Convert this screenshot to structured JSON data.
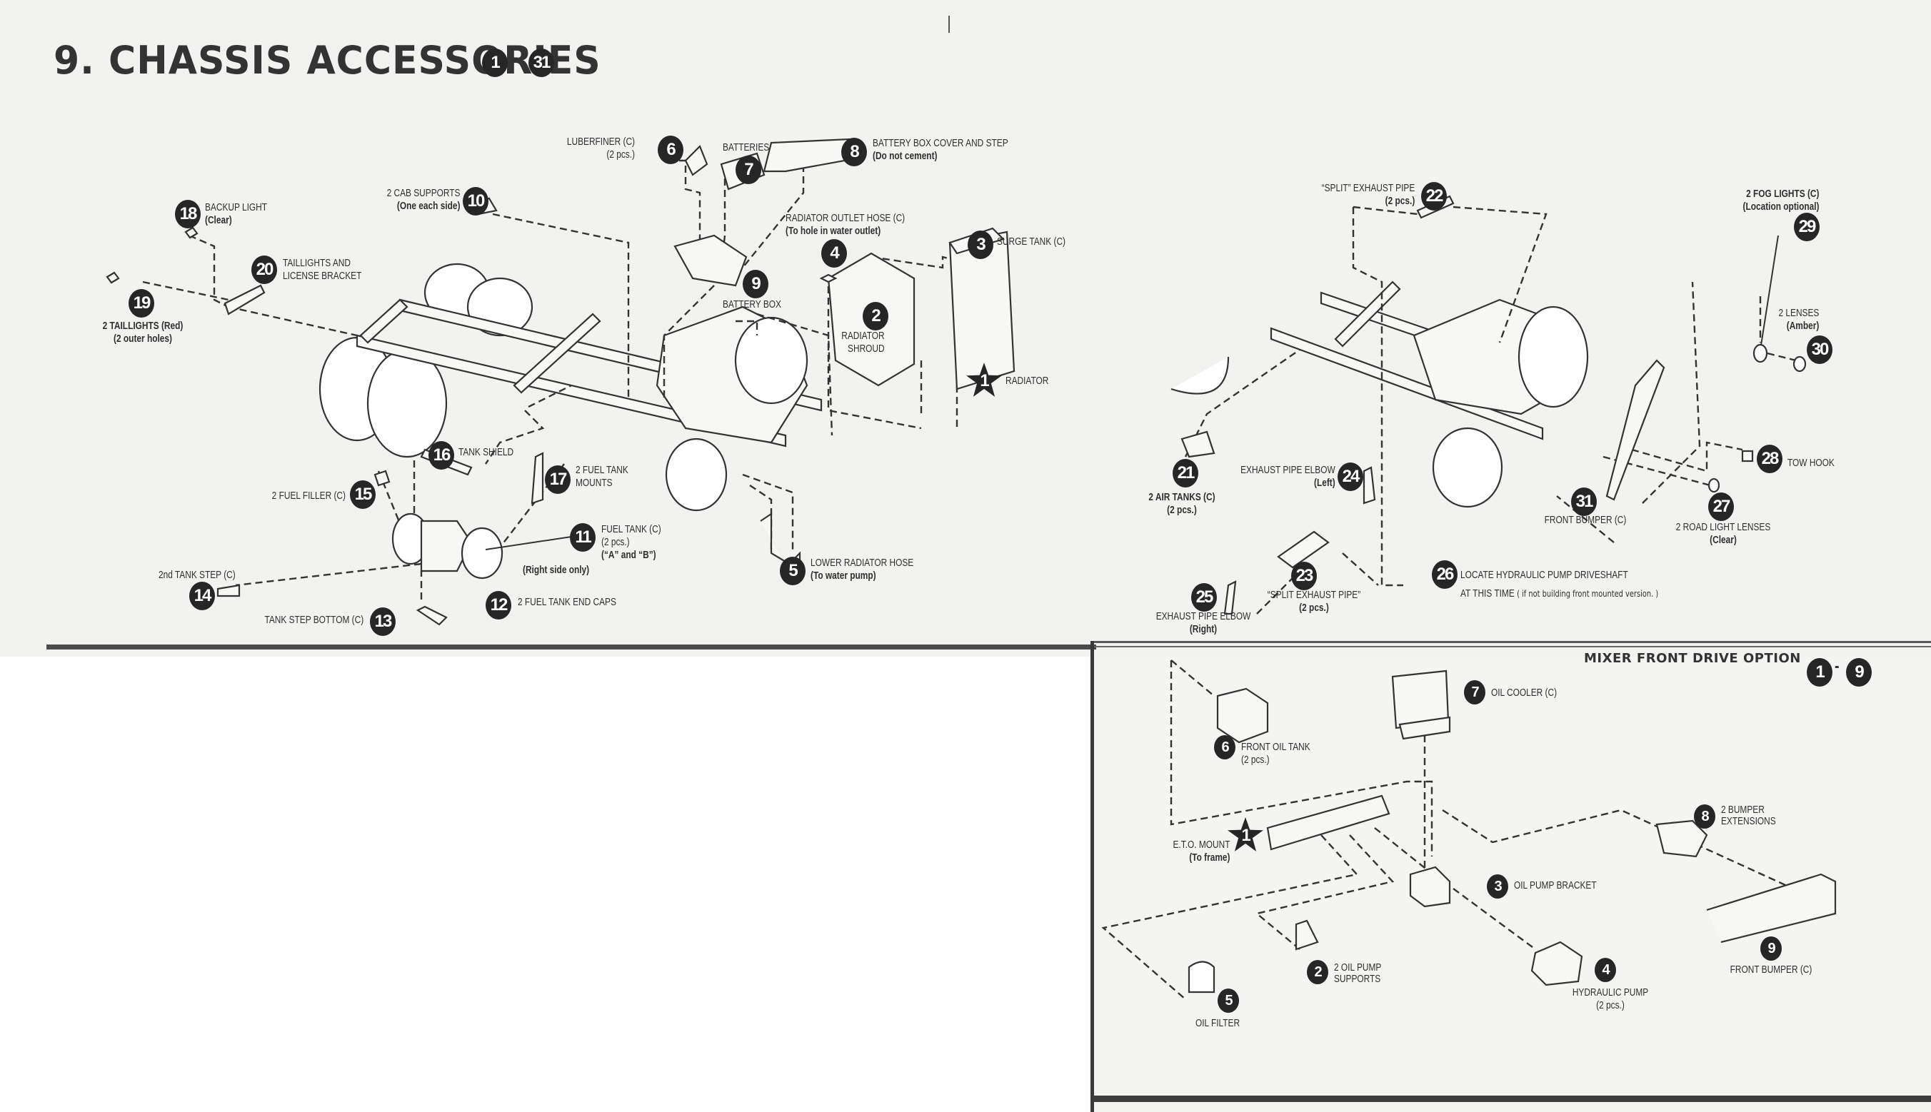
{
  "document": {
    "step_number": "9.",
    "title": "CHASSIS ACCESSORIES",
    "range_start": "1",
    "range_dash": "-",
    "range_end": "31"
  },
  "main_parts": [
    {
      "num": "1",
      "shape": "star",
      "label": "RADIATOR"
    },
    {
      "num": "2",
      "label": "RADIATOR",
      "label2": "SHROUD"
    },
    {
      "num": "3",
      "label": "SURGE TANK (C)"
    },
    {
      "num": "4",
      "label": "RADIATOR OUTLET HOSE (C)",
      "label2": "(To hole in water outlet)"
    },
    {
      "num": "5",
      "label": "LOWER RADIATOR HOSE",
      "label2": "(To water pump)"
    },
    {
      "num": "6",
      "label": "LUBERFINER (C)",
      "label2": "(2 pcs.)"
    },
    {
      "num": "7",
      "label": "BATTERIES"
    },
    {
      "num": "8",
      "label": "BATTERY BOX COVER AND STEP",
      "label2": "(Do not cement)"
    },
    {
      "num": "9",
      "label": "BATTERY BOX"
    },
    {
      "num": "10",
      "label": "2 CAB SUPPORTS",
      "label2": "(One each side)"
    },
    {
      "num": "11",
      "label": "FUEL TANK (C)",
      "label2": "(2 pcs.)",
      "label3": "(“A” and “B”)"
    },
    {
      "num": "12",
      "label": "2 FUEL TANK END CAPS"
    },
    {
      "num": "13",
      "label": "TANK STEP BOTTOM (C)"
    },
    {
      "num": "14",
      "label": "2nd TANK STEP (C)"
    },
    {
      "num": "15",
      "label": "2 FUEL FILLER (C)"
    },
    {
      "num": "16",
      "label": "TANK SHIELD"
    },
    {
      "num": "17",
      "label": "2 FUEL TANK",
      "label2": "MOUNTS"
    },
    {
      "num": "18",
      "label": "BACKUP LIGHT",
      "label2": "(Clear)"
    },
    {
      "num": "19",
      "label": "2 TAILLIGHTS (Red)",
      "label2": "(2 outer holes)"
    },
    {
      "num": "20",
      "label": "TAILLIGHTS AND",
      "label2": "LICENSE BRACKET"
    },
    {
      "num": "21",
      "label": "2 AIR TANKS (C)",
      "label2": "(2 pcs.)"
    },
    {
      "num": "22",
      "label": "“SPLIT” EXHAUST PIPE",
      "label2": "(2 pcs.)"
    },
    {
      "num": "23",
      "label": "“SPLIT EXHAUST PIPE”",
      "label2": "(2 pcs.)"
    },
    {
      "num": "24",
      "label": "EXHAUST PIPE ELBOW",
      "label2": "(Left)"
    },
    {
      "num": "25",
      "label": "EXHAUST PIPE ELBOW",
      "label2": "(Right)"
    },
    {
      "num": "26",
      "label": "LOCATE HYDRAULIC PUMP DRIVESHAFT",
      "label2": "AT THIS TIME",
      "note": "( if not building front mounted version. )"
    },
    {
      "num": "27",
      "label": "2 ROAD LIGHT LENSES",
      "label2": "(Clear)"
    },
    {
      "num": "28",
      "label": "TOW HOOK"
    },
    {
      "num": "29",
      "label": "2 FOG LIGHTS (C)",
      "label2": "(Location optional)"
    },
    {
      "num": "30",
      "label": "2 LENSES",
      "label2": "(Amber)"
    },
    {
      "num": "31",
      "label": "FRONT BUMPER (C)"
    }
  ],
  "right_side_note": "(Right side only)",
  "mixer_option": {
    "title": "MIXER FRONT DRIVE OPTION",
    "range_start": "1",
    "range_dash": "-",
    "range_end": "9",
    "parts": [
      {
        "num": "1",
        "shape": "star",
        "label": "E.T.O. MOUNT",
        "label2": "(To frame)"
      },
      {
        "num": "2",
        "label": "2 OIL PUMP",
        "label2": "SUPPORTS"
      },
      {
        "num": "3",
        "label": "OIL PUMP BRACKET"
      },
      {
        "num": "4",
        "label": "HYDRAULIC PUMP",
        "label2": "(2 pcs.)"
      },
      {
        "num": "5",
        "label": "OIL FILTER"
      },
      {
        "num": "6",
        "label": "FRONT OIL TANK",
        "label2": "(2 pcs.)"
      },
      {
        "num": "7",
        "label": "OIL COOLER (C)"
      },
      {
        "num": "8",
        "label": "2 BUMPER",
        "label2": "EXTENSIONS"
      },
      {
        "num": "9",
        "label": "FRONT BUMPER (C)"
      }
    ]
  }
}
